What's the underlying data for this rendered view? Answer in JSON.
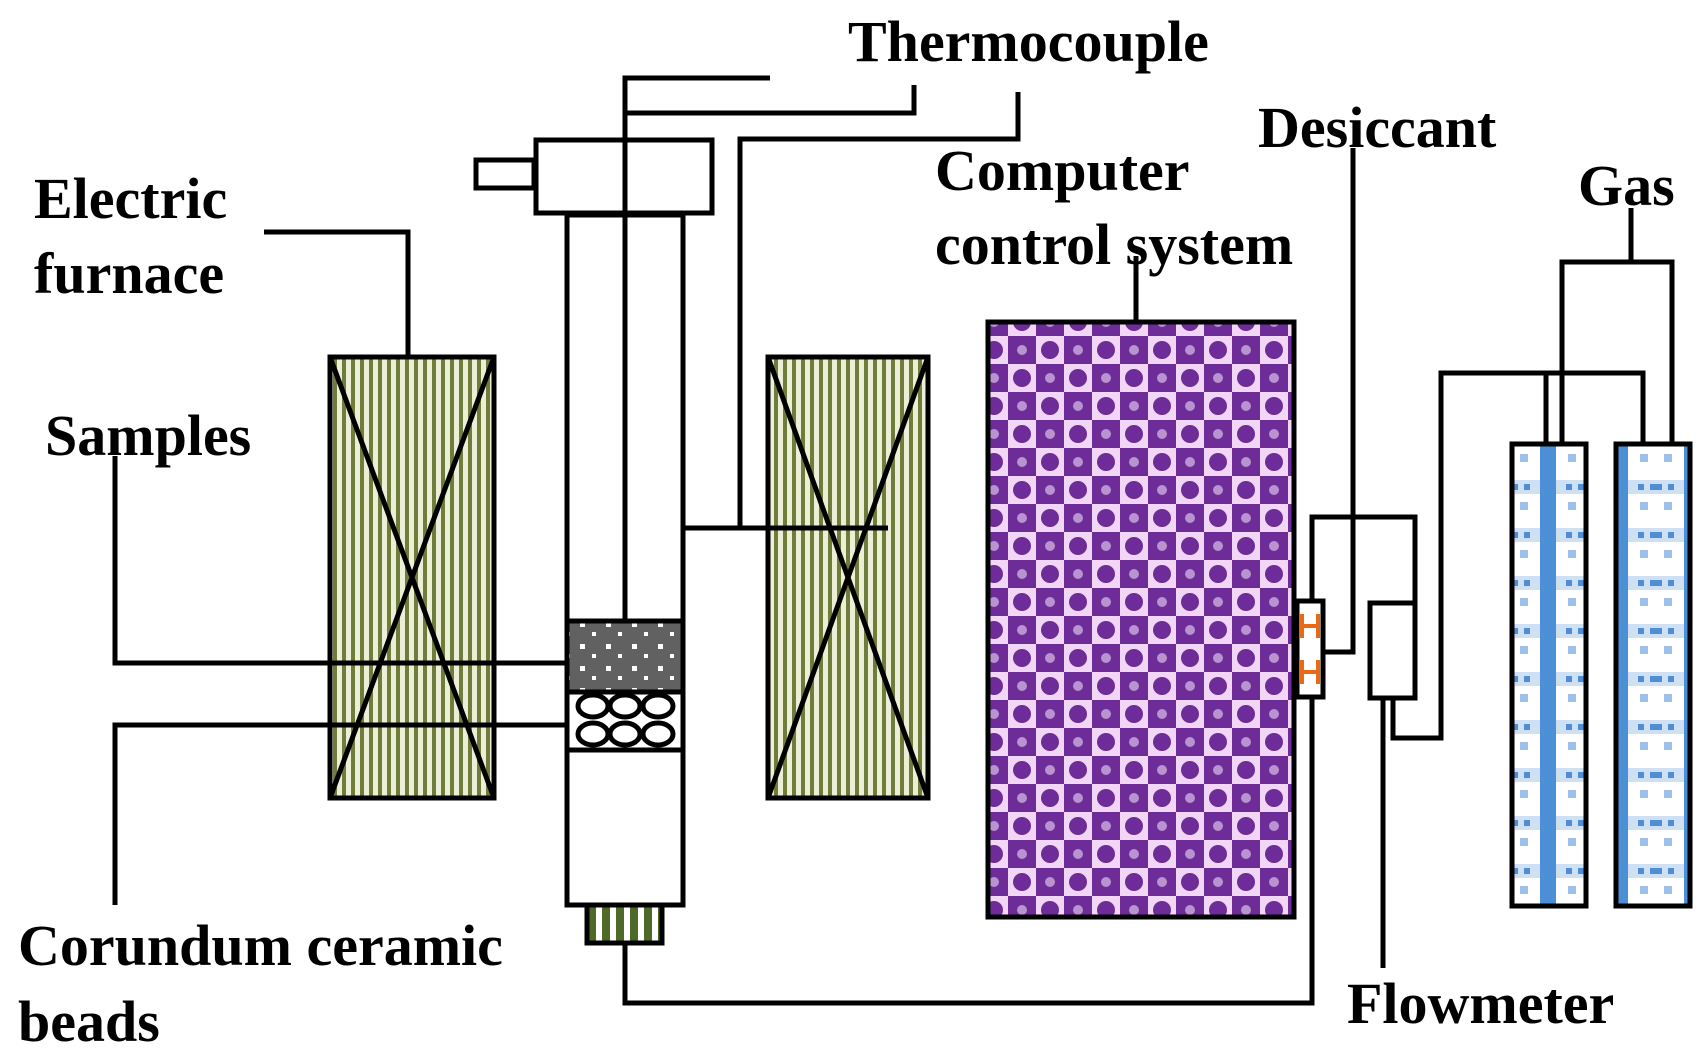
{
  "labels": {
    "thermocouple": "Thermocouple",
    "electric_furnace_line1": "Electric",
    "electric_furnace_line2": "furnace",
    "samples": "Samples",
    "corundum_line1": "Corundum ceramic",
    "corundum_line2": "beads",
    "computer_line1": "Computer",
    "computer_line2": "control system",
    "desiccant": "Desiccant",
    "gas": "Gas",
    "flowmeter": "Flowmeter"
  },
  "colors": {
    "line": "#000000",
    "furnace_fill": "#ecefd6",
    "furnace_stripe": "#6f7d3c",
    "computer_base": "#6d2c98",
    "computer_dot": "#f2d6f6",
    "sample_fill": "#616161",
    "sample_dot": "#ffffff",
    "bottom_cap_stripe": "#4f6a28",
    "cylinder_blue": "#4d8fd6",
    "cylinder_light": "#cfe0f4",
    "desiccant_orange": "#e86a16"
  }
}
